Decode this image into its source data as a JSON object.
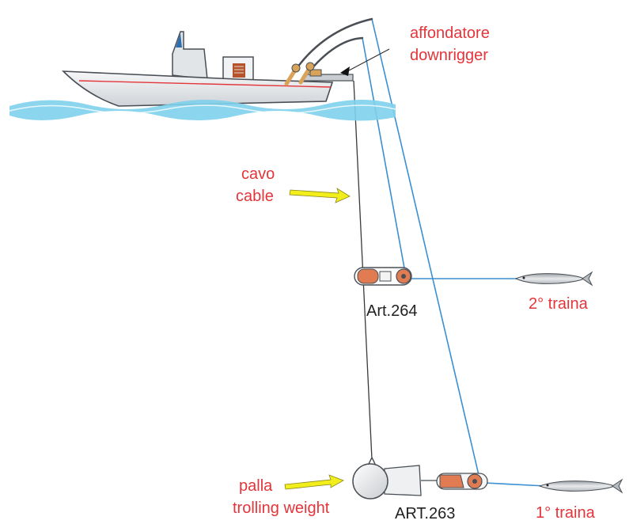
{
  "labels": {
    "downrigger_it": "affondatore",
    "downrigger_en": "downrigger",
    "cable_it": "cavo",
    "cable_en": "cable",
    "release_upper": "Art.264",
    "lure_upper": "2° traina",
    "weight_it": "palla",
    "weight_en": "trolling weight",
    "release_lower": "ART.263",
    "lure_lower": "1° traina"
  },
  "colors": {
    "label_red": "#e3353a",
    "label_dark": "#222222",
    "water": "#7fd0ec",
    "fishing_line": "#3b8fd1",
    "pointer_arrow": "#f2ee1c",
    "boat_hull": "#e9ecef",
    "release_clip": "#e07b52"
  },
  "icons": [
    "boat-icon",
    "fishing-rod-icon",
    "downrigger-arm-icon",
    "release-clip-icon",
    "trolling-weight-icon",
    "fish-lure-icon",
    "pointer-arrow-icon"
  ]
}
